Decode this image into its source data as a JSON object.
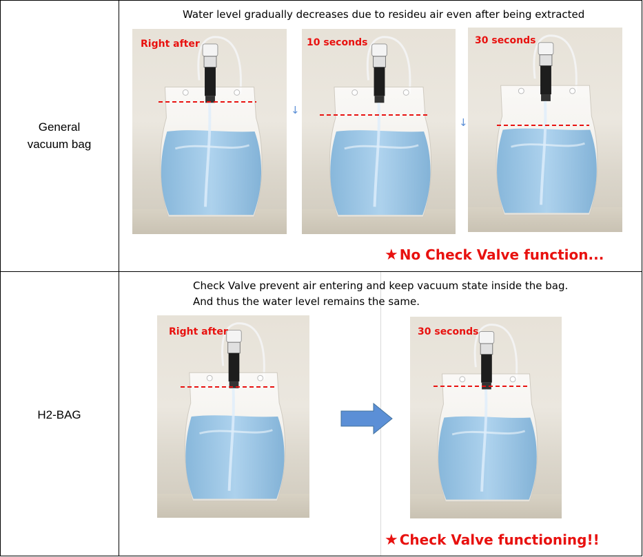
{
  "rows": [
    {
      "label_line1": "General",
      "label_line2": "vacuum bag",
      "caption": "Water level gradually decreases due to resideu air even  after being extracted",
      "photos": [
        {
          "stamp": "Right after"
        },
        {
          "stamp": "10 seconds"
        },
        {
          "stamp": "30 seconds"
        }
      ],
      "verdict_star": "★",
      "verdict": "No Check Valve function..."
    },
    {
      "label": "H2-BAG",
      "caption_line1": "Check Valve prevent air entering and keep vacuum state inside the bag.",
      "caption_line2": "And thus the water level remains the same.",
      "photos": [
        {
          "stamp": "Right after"
        },
        {
          "stamp": "30 seconds"
        }
      ],
      "verdict_star": "★",
      "verdict": "Check Valve functioning!!"
    }
  ],
  "arrows": {
    "small_arrow_icon": "down-arrow-icon",
    "big_arrow_icon": "right-arrow-icon",
    "arrow_color": "#5b8fd6",
    "stamp_color": "#e8110f",
    "water_color": "#8bbde0"
  }
}
